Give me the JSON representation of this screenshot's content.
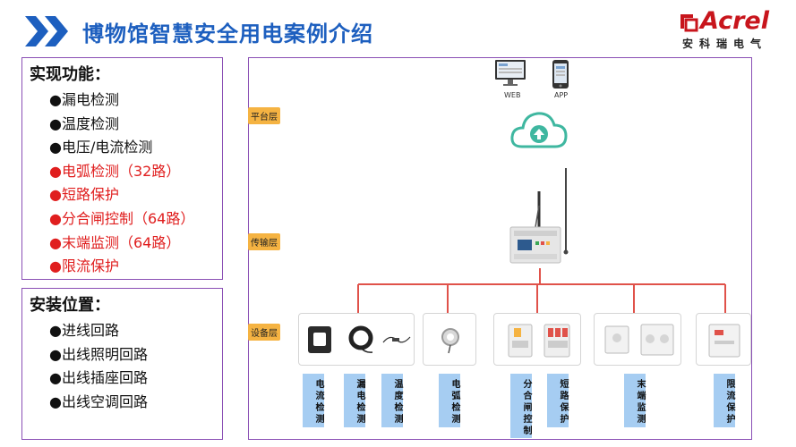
{
  "header": {
    "title": "博物馆智慧安全用电案例介绍",
    "brand": "Acrel",
    "brand_sub": "安科瑞电气",
    "title_color": "#1d5fbf",
    "brand_color": "#c8151c"
  },
  "functions": {
    "heading": "实现功能：",
    "items": [
      {
        "text": "漏电检测",
        "highlight": false
      },
      {
        "text": "温度检测",
        "highlight": false
      },
      {
        "text": "电压/电流检测",
        "highlight": false
      },
      {
        "text": "电弧检测（32路）",
        "highlight": true
      },
      {
        "text": "短路保护",
        "highlight": true
      },
      {
        "text": "分合闸控制（64路）",
        "highlight": true
      },
      {
        "text": "末端监测（64路）",
        "highlight": true
      },
      {
        "text": "限流保护",
        "highlight": true
      }
    ]
  },
  "install": {
    "heading": "安装位置：",
    "items": [
      "进线回路",
      "出线照明回路",
      "出线插座回路",
      "出线空调回路"
    ]
  },
  "diagram": {
    "layers": [
      "平台层",
      "传输层",
      "设备层"
    ],
    "platform": {
      "web_label": "WEB",
      "app_label": "APP"
    },
    "tags": [
      "电流检测",
      "漏电检测",
      "温度检测",
      "电弧检测",
      "分合闸控制",
      "短路保护",
      "末端监测",
      "限流保护"
    ],
    "colors": {
      "frame": "#8a4fb5",
      "layer_badge": "#f5b342",
      "tag_bg": "#a6cdf2",
      "bus_line": "#e0524a",
      "cloud": "#3fb7a0"
    }
  }
}
